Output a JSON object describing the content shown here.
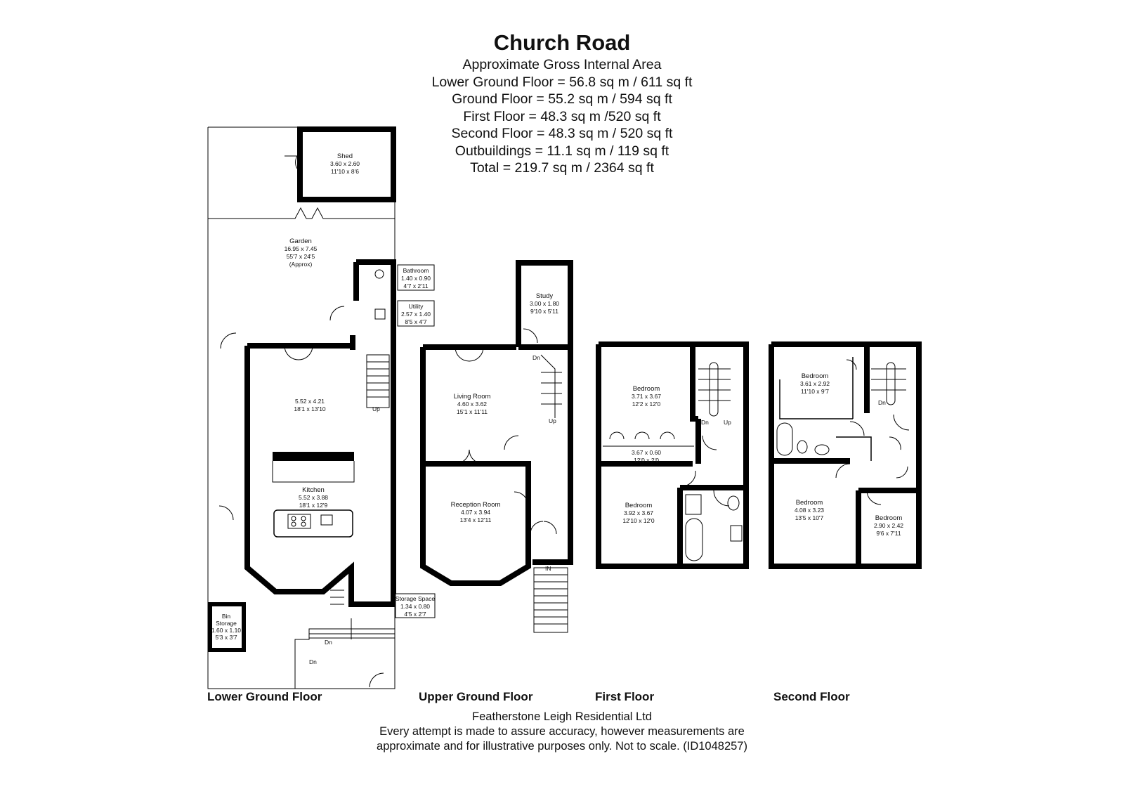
{
  "header": {
    "title": "Church Road",
    "subtitle": "Approximate Gross Internal Area",
    "areas": [
      "Lower Ground Floor = 56.8 sq m / 611 sq ft",
      "Ground Floor = 55.2 sq m / 594 sq ft",
      "First Floor = 48.3 sq m /520 sq ft",
      "Second Floor = 48.3 sq m / 520 sq ft",
      "Outbuildings = 11.1 sq m / 119 sq ft",
      "Total = 219.7 sq m / 2364 sq ft"
    ]
  },
  "floors": {
    "lower_ground": "Lower Ground Floor",
    "upper_ground": "Upper Ground Floor",
    "first": "First Floor",
    "second": "Second Floor"
  },
  "rooms": {
    "shed": {
      "name": "Shed",
      "m": "3.60 x 2.60",
      "ft": "11'10 x 8'6"
    },
    "garden": {
      "name": "Garden",
      "m": "16.95 x 7.45",
      "ft": "55'7 x 24'5",
      "note": "(Approx)"
    },
    "bathroom_lg": {
      "name": "Bathroom",
      "m": "1.40 x 0.90",
      "ft": "4'7 x 2'11"
    },
    "utility": {
      "name": "Utility",
      "m": "2.57 x 1.40",
      "ft": "8'5 x 4'7"
    },
    "lg_open": {
      "m": "5.52 x 4.21",
      "ft": "18'1 x 13'10"
    },
    "kitchen": {
      "name": "Kitchen",
      "m": "5.52 x 3.88",
      "ft": "18'1 x 12'9"
    },
    "storage_space": {
      "name": "Storage Space",
      "m": "1.34 x 0.80",
      "ft": "4'5 x 2'7"
    },
    "bin_storage": {
      "name1": "Bin",
      "name2": "Storage",
      "m": "1.60 x 1.10",
      "ft": "5'3 x 3'7"
    },
    "study": {
      "name": "Study",
      "m": "3.00 x 1.80",
      "ft": "9'10 x 5'11"
    },
    "living_room": {
      "name": "Living Room",
      "m": "4.60 x 3.62",
      "ft": "15'1 x 11'11"
    },
    "reception_room": {
      "name": "Reception Room",
      "m": "4.07 x 3.94",
      "ft": "13'4 x 12'11"
    },
    "bed_f1_front": {
      "name": "Bedroom",
      "m": "3.71 x 3.67",
      "ft": "12'2 x 12'0"
    },
    "f1_wardrobe": {
      "m": "3.67 x 0.60",
      "ft": "12'0 x 2'0"
    },
    "bed_f1_rear": {
      "name": "Bedroom",
      "m": "3.92 x 3.67",
      "ft": "12'10 x 12'0"
    },
    "bed_f2_a": {
      "name": "Bedroom",
      "m": "3.61 x 2.92",
      "ft": "11'10 x 9'7"
    },
    "bed_f2_b": {
      "name": "Bedroom",
      "m": "4.08 x 3.23",
      "ft": "13'5 x 10'7"
    },
    "bed_f2_c": {
      "name": "Bedroom",
      "m": "2.90 x 2.42",
      "ft": "9'6 x 7'11"
    }
  },
  "markers": {
    "up": "Up",
    "dn": "Dn",
    "in": "IN"
  },
  "footer": {
    "company": "Featherstone Leigh Residential Ltd",
    "disclaimer_1": "Every attempt is made to assure accuracy, however measurements are",
    "disclaimer_2": "approximate and for illustrative purposes only. Not to scale. (ID1048257)"
  }
}
